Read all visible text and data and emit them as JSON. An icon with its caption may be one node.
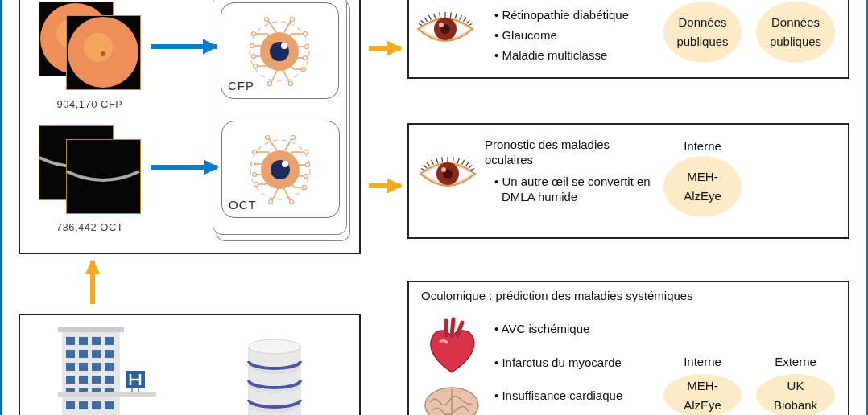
{
  "diagram": {
    "nodes": [
      {
        "text": [],
        "shape": "box"
      },
      {
        "text": [],
        "shape": "picture",
        "in": 0,
        "beside": [
          "904,170 CFP"
        ]
      },
      {
        "text": [],
        "shape": "picture",
        "in": 0,
        "beside": [
          "736,442 OCT"
        ]
      },
      {
        "text": [],
        "shape": "box",
        "in": 0
      },
      {
        "text": [
          "CFP"
        ],
        "in": 3
      },
      {
        "text": [
          "OCT"
        ],
        "in": 3
      },
      {
        "text": [
          "• Rétinopathie diabétique",
          "• Glaucome",
          "• Maladie multiclasse"
        ]
      },
      {
        "text": [
          "Données publiques"
        ],
        "in": 6
      },
      {
        "text": [
          "Données publiques"
        ],
        "in": 6
      },
      {
        "text": [
          "Pronostic des maladies oculaires",
          "• Un autre œil se convertit en DMLA humide"
        ]
      },
      {
        "text": [
          "MEH- AlzEye"
        ],
        "in": 9,
        "beside": [
          "Interne"
        ]
      },
      {
        "text": [],
        "shape": "box"
      },
      {
        "text": [
          "Oculomique : prédiction des maladies systémiques",
          "• AVC ischémique",
          "• Infarctus du myocarde",
          "• Insuffisance cardiaque"
        ]
      },
      {
        "text": [
          "MEH- AlzEye"
        ],
        "in": 12,
        "beside": [
          "Interne"
        ]
      },
      {
        "text": [
          "UK Biobank"
        ],
        "in": 12,
        "beside": [
          "Externe"
        ]
      }
    ],
    "edges": [
      {
        "from": 1,
        "to": 4,
        "arrow": "to",
        "color": "#0a7dcc"
      },
      {
        "from": 2,
        "to": 5,
        "arrow": "to",
        "color": "#0a7dcc"
      },
      {
        "from": 0,
        "to": 6,
        "arrow": "to"
      },
      {
        "from": 0,
        "to": 9,
        "arrow": "to"
      },
      {
        "from": 11,
        "to": 0,
        "arrow": "to"
      }
    ]
  }
}
